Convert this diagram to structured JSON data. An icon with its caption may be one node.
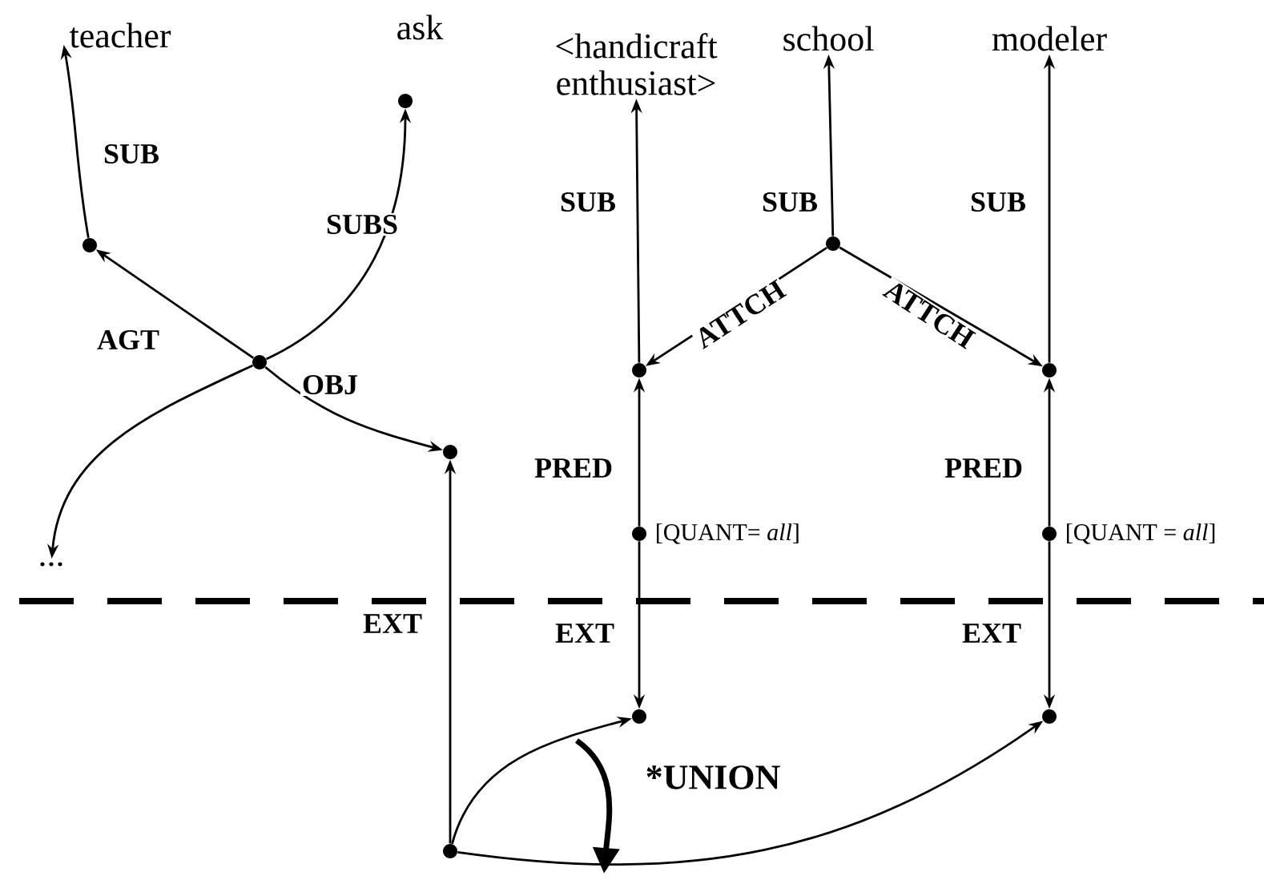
{
  "diagram": {
    "nodes": [
      {
        "text": [
          "teacher"
        ]
      },
      {
        "text": [
          "ask"
        ]
      },
      {
        "text": [
          "<handicraft enthusiast>"
        ]
      },
      {
        "text": [
          "school"
        ]
      },
      {
        "text": [
          "modeler"
        ]
      },
      {
        "text": [],
        "shape": "circle"
      },
      {
        "text": [],
        "shape": "circle"
      },
      {
        "text": [],
        "shape": "circle"
      },
      {
        "text": [],
        "shape": "circle"
      },
      {
        "text": [],
        "shape": "circle"
      },
      {
        "text": [],
        "shape": "circle"
      },
      {
        "text": [],
        "shape": "circle"
      },
      {
        "text": [],
        "shape": "circle",
        "beside": [
          "[QUANT= *all*]"
        ]
      },
      {
        "text": [],
        "shape": "circle",
        "beside": [
          "[QUANT = *all*]"
        ]
      },
      {
        "text": [],
        "shape": "circle"
      },
      {
        "text": [],
        "shape": "circle"
      },
      {
        "text": [],
        "shape": "circle"
      },
      {
        "text": [
          "..."
        ]
      }
    ],
    "edges": [
      {
        "from": 5,
        "to": 0,
        "arrow": "to",
        "label": "SUB"
      },
      {
        "from": 7,
        "to": 6,
        "arrow": "to",
        "label": "SUBS"
      },
      {
        "from": 7,
        "to": 5,
        "arrow": "to",
        "label": "AGT"
      },
      {
        "from": 7,
        "to": 8,
        "arrow": "to",
        "label": "OBJ"
      },
      {
        "from": 7,
        "to": 17,
        "arrow": "to"
      },
      {
        "from": 16,
        "to": 8,
        "arrow": "to",
        "label": "EXT"
      },
      {
        "from": 10,
        "to": 2,
        "arrow": "to",
        "label": "SUB"
      },
      {
        "from": 9,
        "to": 3,
        "arrow": "to",
        "label": "SUB"
      },
      {
        "from": 11,
        "to": 4,
        "arrow": "to",
        "label": "SUB"
      },
      {
        "from": 9,
        "to": 10,
        "arrow": "to",
        "label": "ATTCH"
      },
      {
        "from": 9,
        "to": 11,
        "arrow": "to",
        "label": "ATTCH"
      },
      {
        "from": 12,
        "to": 10,
        "arrow": "to",
        "label": "PRED"
      },
      {
        "from": 13,
        "to": 11,
        "arrow": "to",
        "label": "PRED"
      },
      {
        "from": 12,
        "to": 14,
        "arrow": "to",
        "label": "EXT"
      },
      {
        "from": 13,
        "to": 15,
        "arrow": "to",
        "label": "EXT"
      },
      {
        "from": 16,
        "to": 14,
        "arrow": "to"
      },
      {
        "from": 16,
        "to": 15,
        "arrow": "to"
      }
    ],
    "labels": [
      "*UNION"
    ]
  }
}
